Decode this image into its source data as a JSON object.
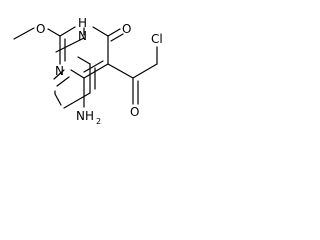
{
  "molecule": {
    "atoms": {
      "n_ring": "N",
      "nh_ring": "H",
      "nh_ring_n": "N",
      "o_methoxy": "O",
      "o_lactam": "O",
      "o_acyl": "O",
      "cl": "Cl",
      "amine": "NH",
      "amine_sub": "2"
    },
    "colors": {
      "bond": "#000000",
      "label": "#000000",
      "background": "#ffffff"
    }
  }
}
